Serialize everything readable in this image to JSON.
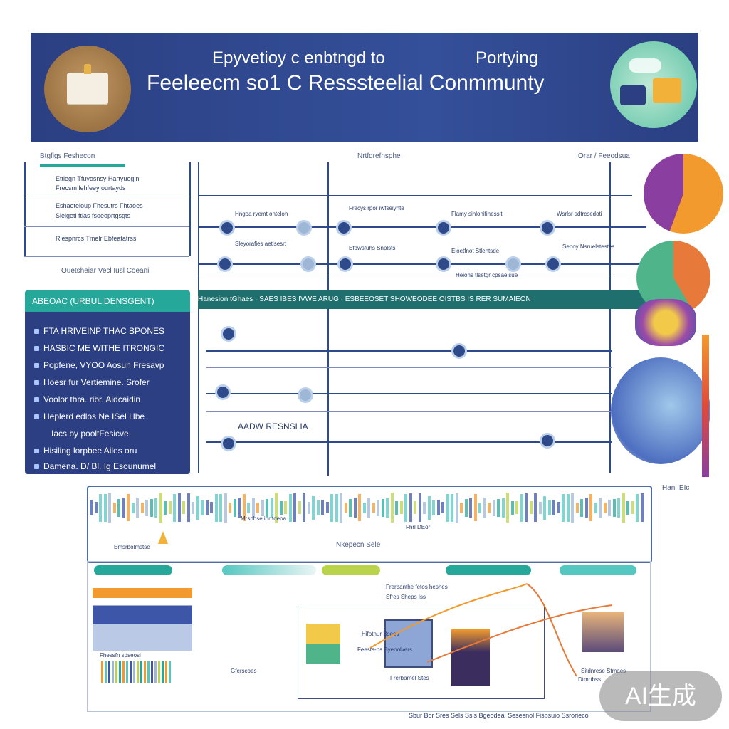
{
  "banner": {
    "line1_left": "Epyvetioy c enbtngd to",
    "line1_right": "Portying",
    "line2": "Feeleecm so1 C Resssteelial Conmmunty"
  },
  "sections": {
    "top_left_heading": "Btgfigs Feshecon",
    "center_heading": "Nrtfdrefnsphe",
    "right_heading": "Orar / Feeodsua",
    "left_caption": "Ouetsheiar Vecl Iusl Coeani",
    "teal_bar_label": "Hanesion tGhaes  ·  SAES  IBES  IVWE ARUG  ·  ESBEEOSET  SHOWEODEE  OISTBS  IS  RER  SUMAIEON",
    "mid_heading": "AADW RESNSLIA",
    "lower_right_heading": "Han IEIc",
    "lower_center_label": "Nkepecn Sele"
  },
  "left_list": [
    "Ettiegn  Tfuvosnsy Hartyuegin",
    "Frecsm  lehfeey ourtayds",
    "Eshaeteioup Fhesutrs Fhtaoes",
    "Sleigeti  ftlas fsoeoprtgsgts",
    "Rlespnrcs  Tmelr Ebfeatatrss"
  ],
  "timeline_labels": [
    "Hngoa ryemt ontelon",
    "Frecys rpor iwfseiyhte",
    "Flamy sinlonifinessit",
    "Wsrlsr sdtrcsedoti",
    "Sleyorafies aetlsesrt",
    "Efowsfuhs Snplsts",
    "Eloetfnot Stlentsde",
    "Sepoy Nsruelstestes",
    "Heiohs tlsetgr cpsaelsue"
  ],
  "panel": {
    "header": "ABEOAC (URBUL DENSGENT)",
    "items": [
      "FTA HRIVEINP THAC BPONES",
      "HASBIC ME WITHE ITRONGIC",
      "Popfene, VYOO Aosuh Fresavp",
      "Hoesr fur Vertiemine. Srofer",
      "Voolor thra. ribr. Aidcaidin",
      "Heplerd edlos Ne ISel Hbe",
      "Iacs by pooltFesicve,",
      "Hisiling lorpbee Ailes oru",
      "Damena. D/ Bl. Ig Esounumel"
    ]
  },
  "lower_labels": [
    "Mrsphse ihr tdeoa",
    "Emsrbolmstse",
    "Fhrl DEor",
    "Fhessfn sdseosl",
    "Frerbanthe fetos heshes",
    "Sfres Sheps Iss",
    "Gferscoes",
    "Frerbamel Stes",
    "Sitdnrese Stmaes",
    "Dtmrtbss",
    "Hifotnur Bsees",
    "Feests-bs Syeoolvers"
  ],
  "footer": "Sbur Bor Sres Sels Ssis  Bgeodeal Sesesnol  Fisbsuio Ssrorieco",
  "badge": "AI生成",
  "colors": {
    "banner": "#2b3f82",
    "teal": "#25a79a",
    "dark_teal": "#1f6f6f",
    "line": "#2f4a8a",
    "orange": "#f29a2e",
    "purple": "#8a3fa0"
  }
}
